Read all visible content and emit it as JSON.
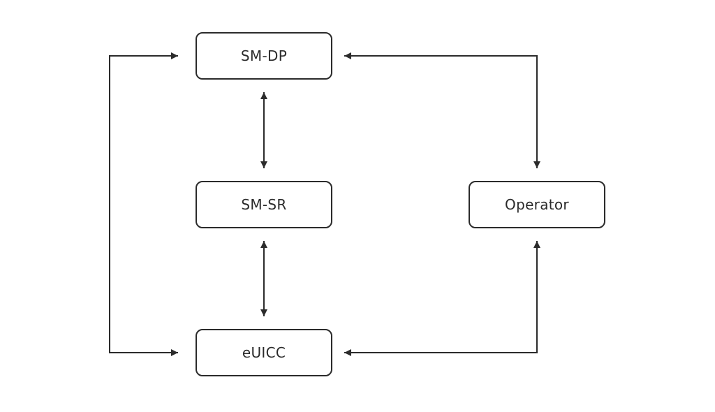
{
  "nodes": {
    "smdp": "SM-DP",
    "smsr": "SM-SR",
    "operator": "Operator",
    "euicc": "eUICC"
  },
  "colors": {
    "stroke": "#2b2b2b",
    "background": "#ffffff"
  }
}
